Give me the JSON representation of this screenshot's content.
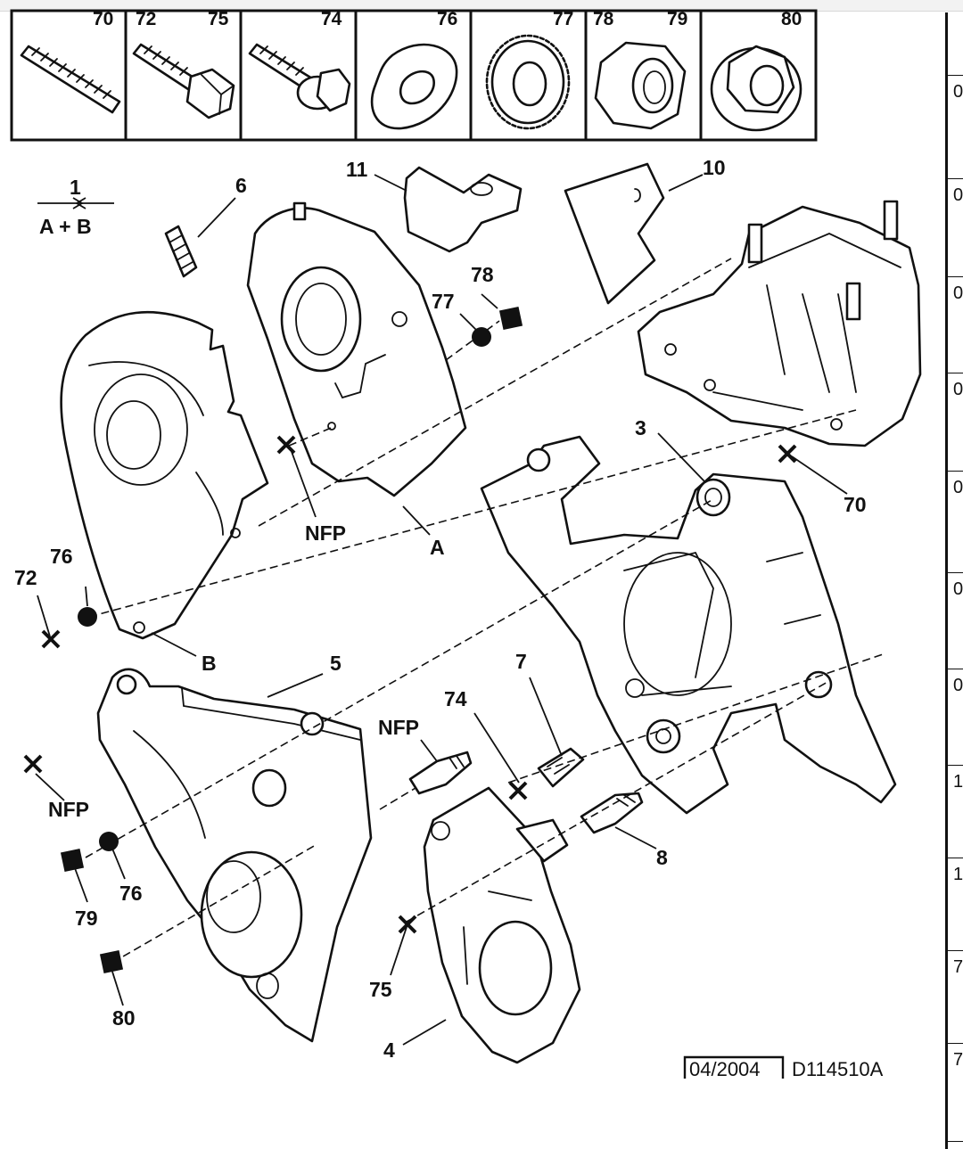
{
  "hardware_headers": [
    "70",
    "72",
    "75",
    "74",
    "76",
    "77",
    "78",
    "79",
    "80"
  ],
  "labels": {
    "l1": "1",
    "lAB": "A + B",
    "l6": "6",
    "l11": "11",
    "l10": "10",
    "l78a": "78",
    "l77": "77",
    "l3": "3",
    "l70": "70",
    "lNFP1": "NFP",
    "lA": "A",
    "l76a": "76",
    "l72": "72",
    "lB": "B",
    "l5": "5",
    "l7": "7",
    "l74": "74",
    "lNFP2": "NFP",
    "lNFP3": "NFP",
    "l8": "8",
    "l76b": "76",
    "l79": "79",
    "l80": "80",
    "l75": "75",
    "l4": "4"
  },
  "reference": {
    "date": "04/2004",
    "code": "D114510A"
  },
  "side_table_rows": [
    "0",
    "0",
    "0",
    "0",
    "0",
    "0",
    "0",
    "1",
    "1",
    "7",
    "7"
  ]
}
